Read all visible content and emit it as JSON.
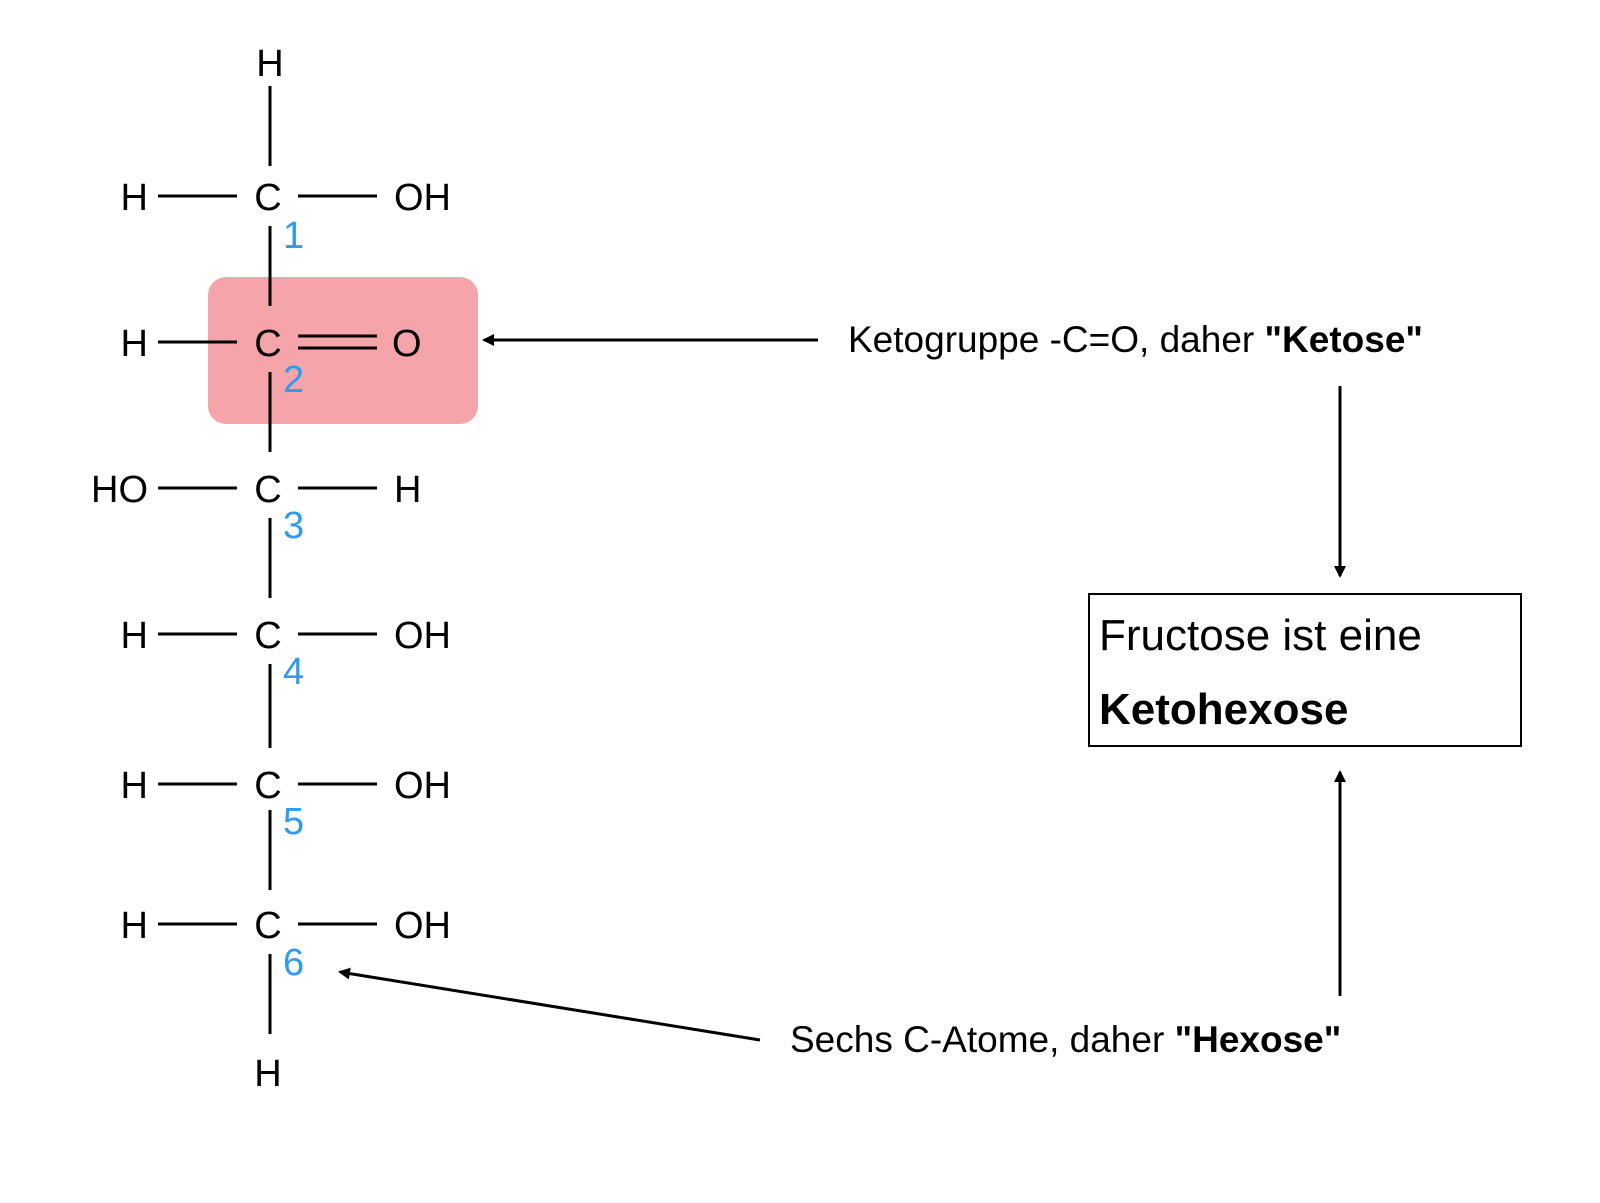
{
  "molecule": {
    "name_hidden": "",
    "carbon_label": "C",
    "top_h": "H",
    "bottom_h": "H",
    "rows": [
      {
        "left": "H",
        "right": "OH",
        "number": "1"
      },
      {
        "left": "H",
        "right": "O",
        "number": "2"
      },
      {
        "left": "HO",
        "right": "H",
        "number": "3"
      },
      {
        "left": "H",
        "right": "OH",
        "number": "4"
      },
      {
        "left": "H",
        "right": "OH",
        "number": "5"
      },
      {
        "left": "H",
        "right": "OH",
        "number": "6"
      }
    ],
    "highlight_color": "#f4a0a4",
    "number_color": "#2e9bf0"
  },
  "annotations": {
    "keto": {
      "prefix": "Ketogruppe -C=O, daher ",
      "bold": "\"Ketose\""
    },
    "hexose": {
      "prefix": "Sechs C-Atome, daher ",
      "bold": "\"Hexose\""
    }
  },
  "conclusion": {
    "line1": "Fructose ist eine",
    "line2": "Ketohexose"
  }
}
